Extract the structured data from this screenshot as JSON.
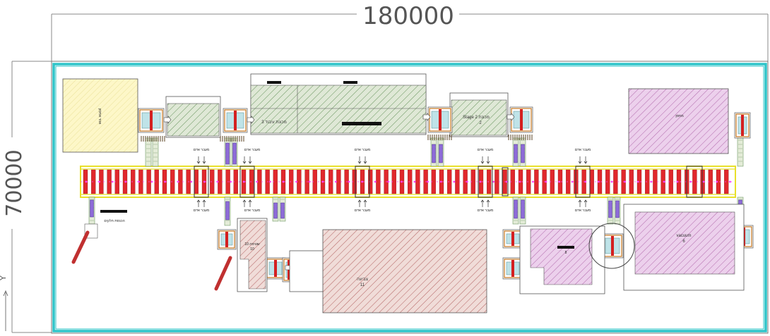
{
  "dimensions": {
    "width_label": "180000",
    "height_label": "70000",
    "axis_label": "Y"
  },
  "labels": {
    "top_crossing": "מעבר אדם",
    "bottom_crossing": "מעבר אדם",
    "machine_2_title": "Stage 2 מכונת",
    "machine_2_number": "2",
    "machine_3_title": "מכונת עיבוד 3",
    "machine_11_title": "צביעה",
    "machine_11_number": "11",
    "machine_8_number": "8",
    "vacuum_title": "vacuum",
    "vacuum_number": "6",
    "machine_10_title": "שטיפה 10",
    "machine_10_number": "10",
    "left_note": "הכנסת חלקים",
    "top_left_block": "אזור אחסון",
    "top_right_block": "מחסן"
  },
  "colors": {
    "frame": "#2ec4c9",
    "conveyor_rail": "#e8e02a",
    "roller": "#e0282c",
    "node": "#ff44ff",
    "transfer": "#8d6ad8",
    "green_hatch": "#6f9a64",
    "red_hatch": "#b86a6a",
    "purple_hatch": "#b770b0",
    "yellow_fill": "#fdf7c8"
  }
}
